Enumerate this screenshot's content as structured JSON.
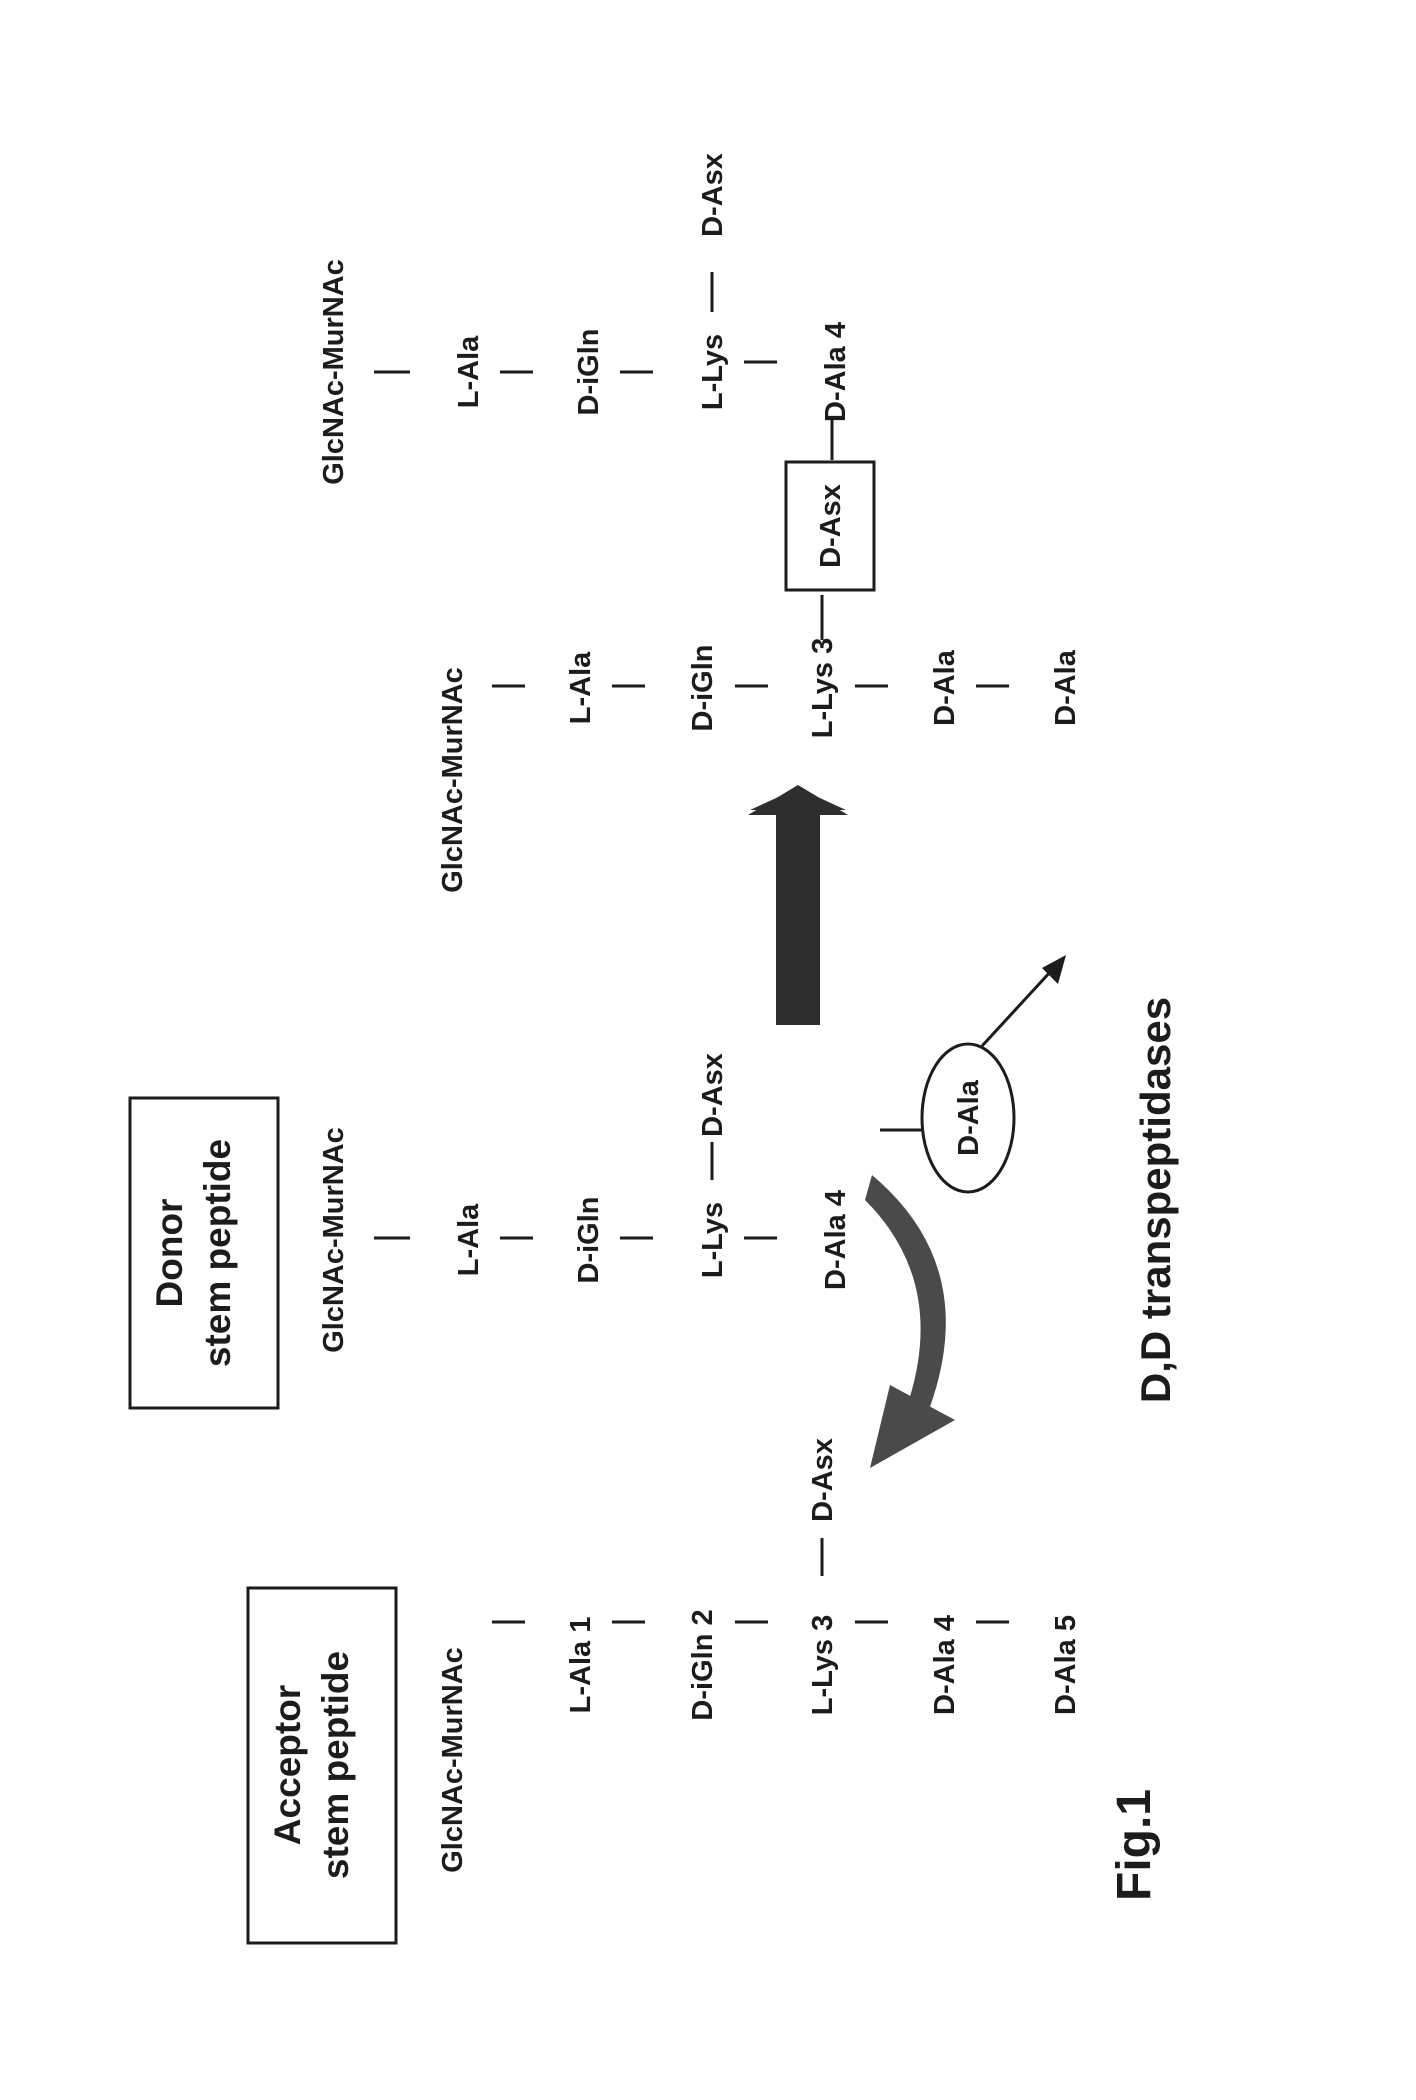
{
  "acceptor": {
    "title_line1": "Acceptor",
    "title_line2": "stem peptide",
    "residues": [
      "GlcNAc-MurNAc",
      "L-Ala 1",
      "D-iGln 2",
      "L-Lys 3",
      "D-Ala 4",
      "D-Ala 5"
    ],
    "branch": "D-Asx"
  },
  "donor": {
    "title_line1": "Donor",
    "title_line2": "stem peptide",
    "residues": [
      "GlcNAc-MurNAc",
      "L-Ala",
      "D-iGln",
      "L-Lys",
      "D-Ala 4"
    ],
    "branch": "D-Asx",
    "released": "D-Ala"
  },
  "enzyme_label": "D,D transpeptidases",
  "product": {
    "chain_a": [
      "GlcNAc-MurNAc",
      "L-Ala",
      "D-iGln",
      "L-Lys 3",
      "D-Ala",
      "D-Ala"
    ],
    "bridge": "D-Asx",
    "chain_b": [
      "GlcNAc-MurNAc",
      "L-Ala",
      "D-iGln",
      "L-Lys",
      "D-Ala 4"
    ],
    "chain_b_branch": "D-Asx"
  },
  "caption": "Fig.1",
  "colors": {
    "ink": "#1c1c1c",
    "arrow": "#2e2e2e",
    "curved_arrow": "#4a4a4a"
  }
}
